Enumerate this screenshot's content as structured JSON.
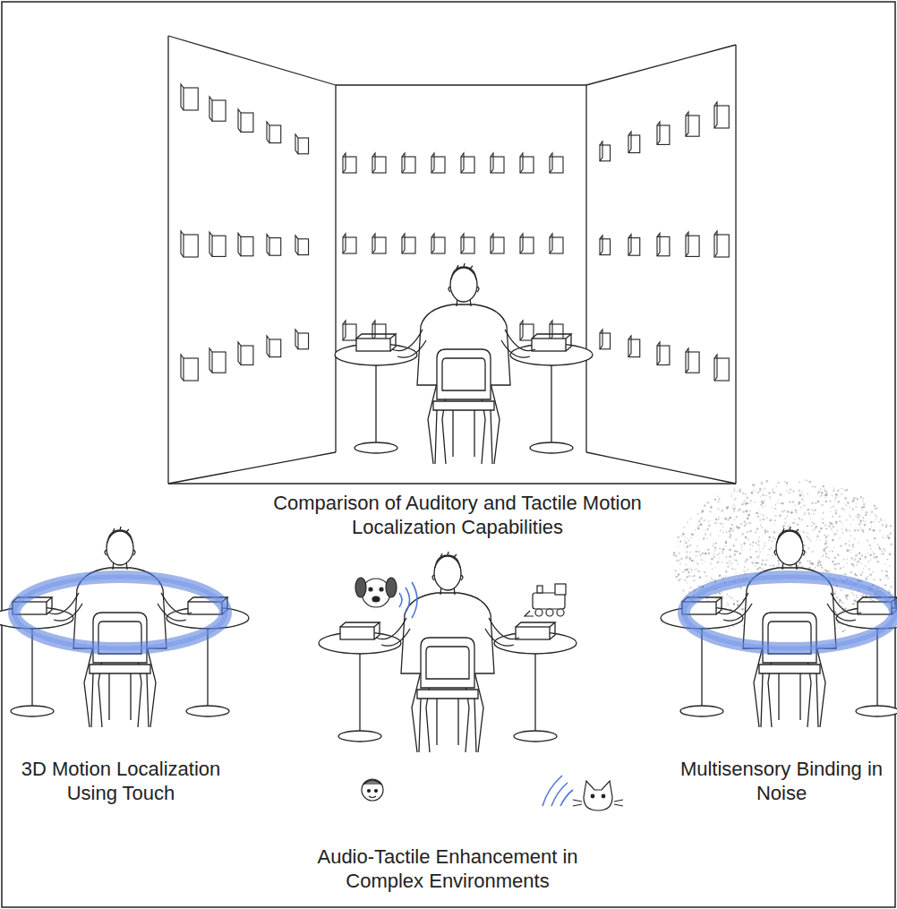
{
  "diagram": {
    "labels": [
      "Comparison of Auditory and Tactile Motion Localization Capabilities",
      "3D Motion Localization Using Touch",
      "Audio-Tactile Enhancement in Complex Environments",
      "Multisensory Binding in Noise"
    ]
  }
}
